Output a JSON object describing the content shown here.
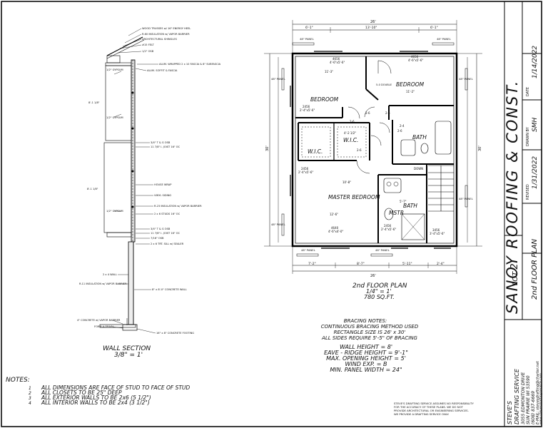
{
  "title_block": {
    "company": "SANOY ROOFING & CONST.",
    "date_label": "DATE",
    "date": "1/14/2022",
    "drawn_label": "DRAWN BY",
    "drawn_by": "SMH",
    "revised_label": "REVISED",
    "revised": "1/31/2022",
    "lot": "LOT",
    "lot_value": "2",
    "sheet_title": "2nd FLOOR PLAN",
    "drafting_service": [
      "STEVE'S",
      "DRAFTING SERVICE",
      "3055 EDMONTON DRIVE",
      "SUN PRAIRIE WI 53590",
      "(608) 837-6669",
      "E-MAIL: stevesdrafting@charter.net",
      "www.stevesdraftingservice.com"
    ]
  },
  "wall_section": {
    "title": "WALL SECTION",
    "scale": "3/8\" = 1'",
    "callouts": [
      "WOOD TRUSSES w/ 16\" ENERGY HEEL",
      "R-60 INSULATION w/ VAPOR BARRIER",
      "ARCHITECTURAL SHINGLES",
      "#15 FELT",
      "1/2\" OSB",
      "ALUM. WRAPPED 2 x 10 FASCIA & 8\" SUBFASCIA",
      "ALUM. SOFFIT & FASCIA",
      "1/2\" GYPSUM",
      "1/2\" GYPSUM",
      "3/4\" T & G OSB",
      "11 7/8\" I- JOIST 16\" OC",
      "HOUSE WRAP",
      "VINYL SIDING",
      "R-23 INSULATION w/ VAPOR BARRIER",
      "2 x 6 STUDS 16\" OC",
      "1/2\" GYPSUM",
      "3/4\" T & G OSB",
      "11 7/8\" I- JOIST 16\" OC",
      "7/16\" OSB",
      "2 x 6 TRT. SILL w/ SEALER",
      "2 x 4 WALL",
      "R-11 INSULATION w/ VAPOR BARRIER",
      "8\" x 8'-0\" CONCRETE WALL",
      "4\" CONCRETE w/ VAPOR BARRIER",
      "FORM-A-DRAIN",
      "16\" x 8\" CONCRETE FOOTING"
    ],
    "heights": [
      "8'-1 1/8\"",
      "8'-1 1/8\""
    ]
  },
  "plan": {
    "title": "2nd FLOOR PLAN",
    "scale": "1/4\" = 1'",
    "area": "780 SQ.FT.",
    "overall_width": "26'",
    "overall_depth": "30'",
    "top_dims": [
      "6'-1\"",
      "13'-10\"",
      "6'-1\""
    ],
    "bottom_dims": [
      "7'-2\"",
      "8'-7\"",
      "5'-11\"",
      "2'-4\""
    ],
    "rooms": [
      "BEDROOM",
      "BEDROOM",
      "W.I.C.",
      "W.I.C.",
      "BATH",
      "MASTER BEDROOM",
      "BATH",
      "MSTR"
    ],
    "room_dims": [
      "11'-3\"",
      "11'-2\"",
      "12'-6\"",
      "10'-8\"",
      "4'-2 1/2\"",
      "5'-7\""
    ],
    "window_tags": [
      "4656",
      "4'-6\"x5'-6\"",
      "4656",
      "4'-6\"x5'-6\"",
      "2456",
      "2'-4\"x5'-6\"",
      "2456",
      "2'-4\"x5'-6\"",
      "4640",
      "4'-6\"x4'-0\"",
      "2456",
      "2'-4\"x5'-6\"",
      "3456",
      "3'-4\"x5'-6\""
    ],
    "door_tags": [
      "2-6",
      "2-6",
      "2-6",
      "2-6",
      "2-6",
      "2-4",
      "5-0 DOUBLE"
    ],
    "panel_labels": [
      "48\" PANEL",
      "48\" PANEL",
      "48\" PANEL",
      "48\" PANEL",
      "48\" PANEL",
      "48\" PANEL",
      "48\" PANEL",
      "48\" PANEL"
    ],
    "stair_label": "DOWN"
  },
  "bracing": {
    "heading": "BRACING NOTES:",
    "lines": [
      "CONTINUOUS BRACING METHOD USED",
      "RECTANGLE SIZE IS 26' x 30'",
      "ALL SIDES REQUIRE 5'-5\" OF BRACING"
    ],
    "specs": [
      "WALL HEIGHT = 8'",
      "EAVE - RIDGE HEIGHT = 9'-1\"",
      "MAX. OPENING HEIGHT = 5'",
      "WIND EXP. = B",
      "MIN. PANEL WIDTH = 24\""
    ]
  },
  "notes": {
    "heading": "NOTES:",
    "items": [
      {
        "num": "1",
        "text": "ALL DIMENSIONS ARE FACE OF STUD TO FACE OF STUD"
      },
      {
        "num": "2",
        "text": "ALL CLOSETS TO BE 25\" DEEP"
      },
      {
        "num": "3",
        "text": "ALL EXTERIOR WALLS TO BE 2x6 (5 1/2\")"
      },
      {
        "num": "4",
        "text": "ALL INTERIOR WALLS TO BE 2x4 (3 1/2\")"
      }
    ]
  },
  "disclaimer": [
    "STEVE'S DRAFTING SERVICE ASSUMES NO RESPONSIBILITY",
    "FOR THE ACCURACY OF THESE PLANS. WE DO NOT",
    "PROVIDE ARCHITECTURAL OR ENGINEERING SERVICES.",
    "WE PROVIDE A DRAFTING SERVICE ONLY."
  ]
}
